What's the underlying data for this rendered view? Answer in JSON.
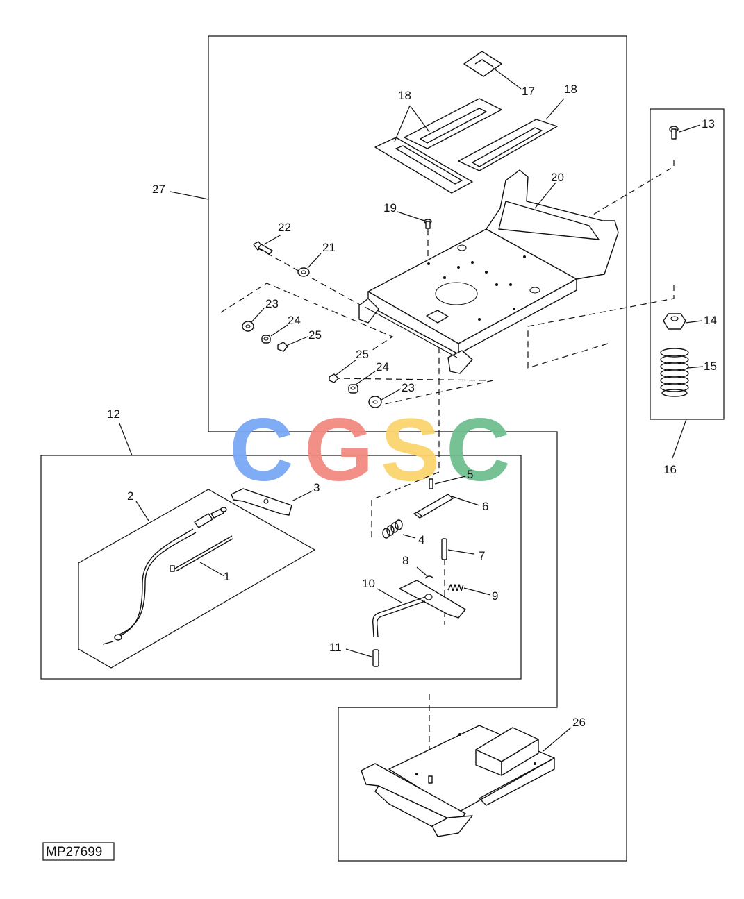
{
  "reference": "MP27699",
  "callouts": {
    "c1": "1",
    "c2": "2",
    "c3": "3",
    "c4": "4",
    "c5": "5",
    "c6": "6",
    "c7": "7",
    "c8": "8",
    "c9": "9",
    "c10": "10",
    "c11": "11",
    "c12": "12",
    "c13": "13",
    "c14": "14",
    "c15": "15",
    "c16": "16",
    "c17": "17",
    "c18a": "18",
    "c18b": "18",
    "c19": "19",
    "c20": "20",
    "c21": "21",
    "c22": "22",
    "c23a": "23",
    "c23b": "23",
    "c24a": "24",
    "c24b": "24",
    "c25a": "25",
    "c25b": "25",
    "c26": "26",
    "c27": "27"
  },
  "watermark": {
    "letters": [
      "C",
      "G",
      "S",
      "C"
    ],
    "colors": [
      "#7aa7f5",
      "#f28b82",
      "#fbd46d",
      "#6fbf8f"
    ]
  }
}
